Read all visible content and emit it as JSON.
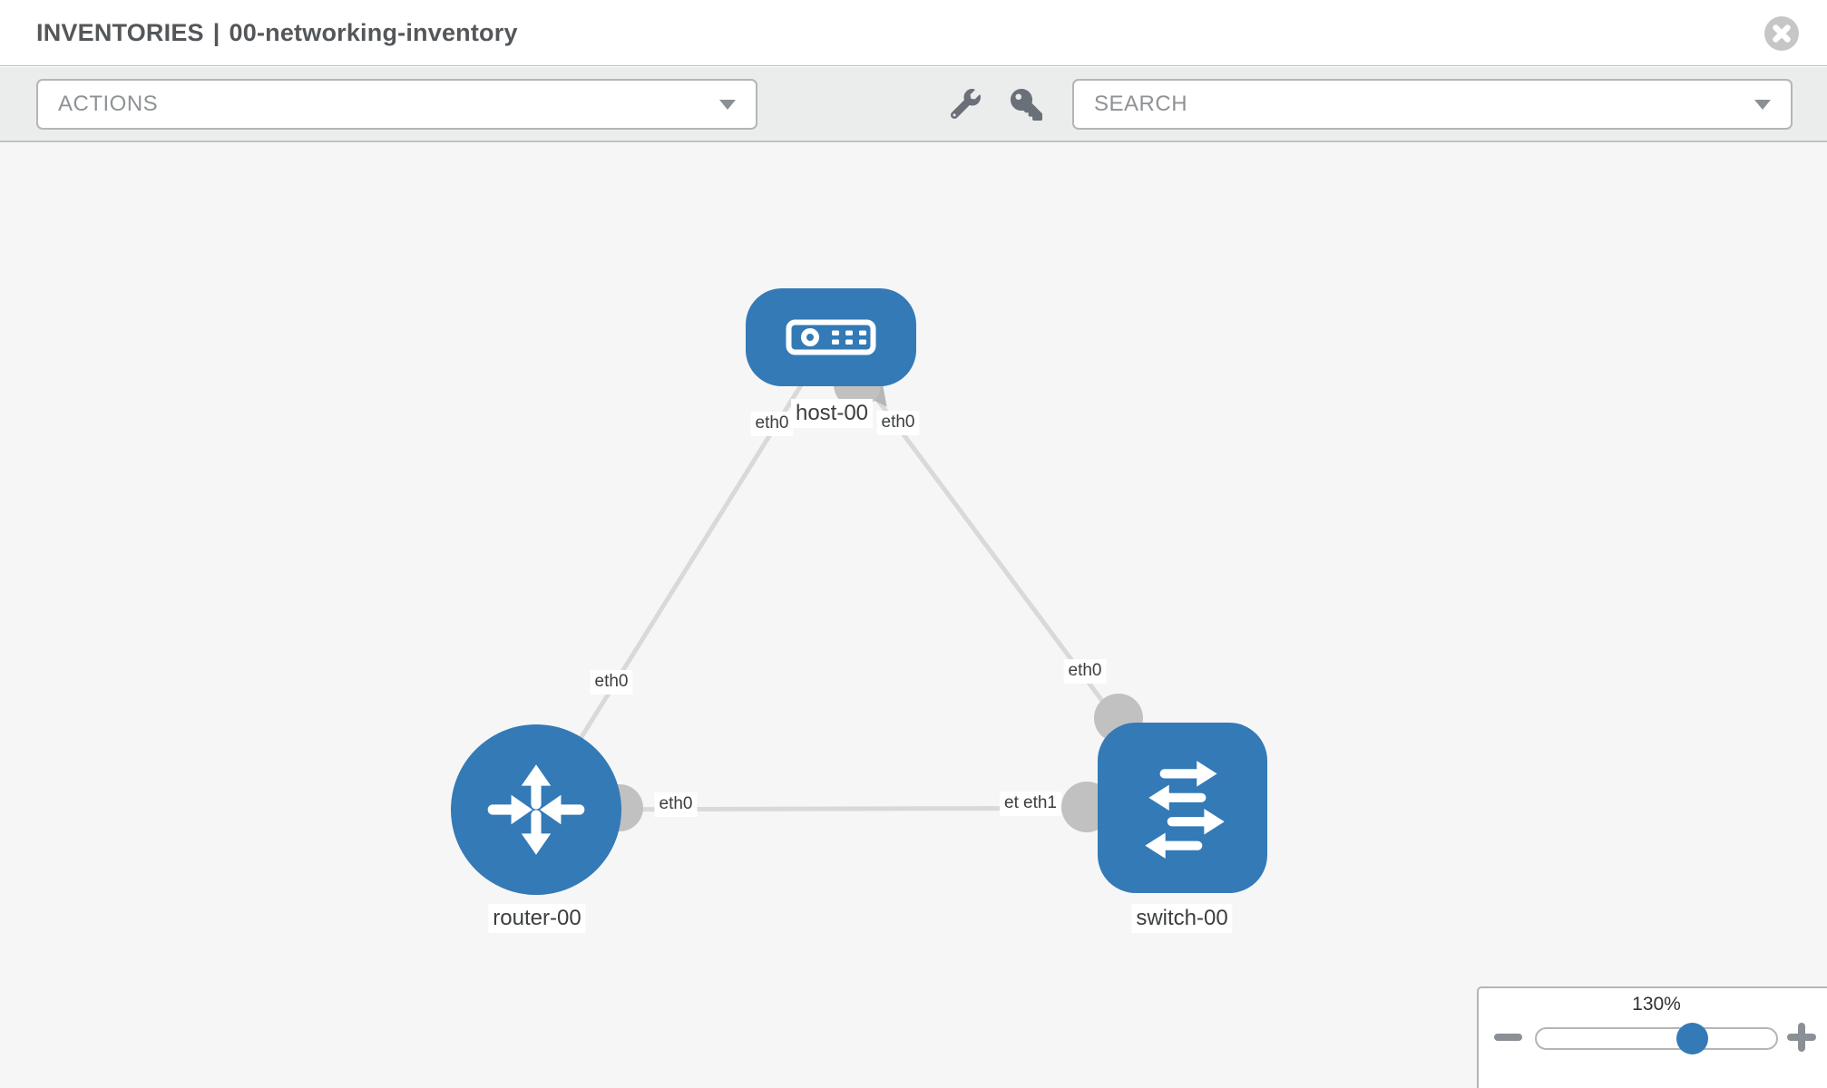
{
  "header": {
    "breadcrumb_section": "INVENTORIES",
    "separator": "|",
    "inventory_name": "00-networking-inventory"
  },
  "toolbar": {
    "actions_placeholder": "ACTIONS",
    "search_placeholder": "SEARCH"
  },
  "icons": {
    "close": "circle-x",
    "wrench": "wrench",
    "key": "key",
    "dropdown_caret": "caret-down",
    "zoom_out": "minus",
    "zoom_in": "plus",
    "host_node": "server",
    "router_node": "four-way-arrows",
    "switch_node": "exchange-arrows"
  },
  "topology": {
    "nodes": [
      {
        "id": "host-00",
        "type": "host",
        "label": "host-00"
      },
      {
        "id": "router-00",
        "type": "router",
        "label": "router-00"
      },
      {
        "id": "switch-00",
        "type": "switch",
        "label": "switch-00"
      }
    ],
    "links": [
      {
        "from": "router-00",
        "to": "host-00",
        "from_interface": "eth0",
        "to_interface": "eth0"
      },
      {
        "from": "host-00",
        "to": "switch-00",
        "from_interface": "eth0",
        "to_interface": "eth0"
      },
      {
        "from": "router-00",
        "to": "switch-00",
        "from_interface": "eth0",
        "to_interface": "eth1"
      }
    ]
  },
  "zoom_control": {
    "level": "130%"
  },
  "colors": {
    "node_blue": "#337ab7",
    "edge_gray": "#d9d9d9",
    "connector_gray": "#c1c1c1",
    "canvas_bg": "#f6f6f6"
  }
}
